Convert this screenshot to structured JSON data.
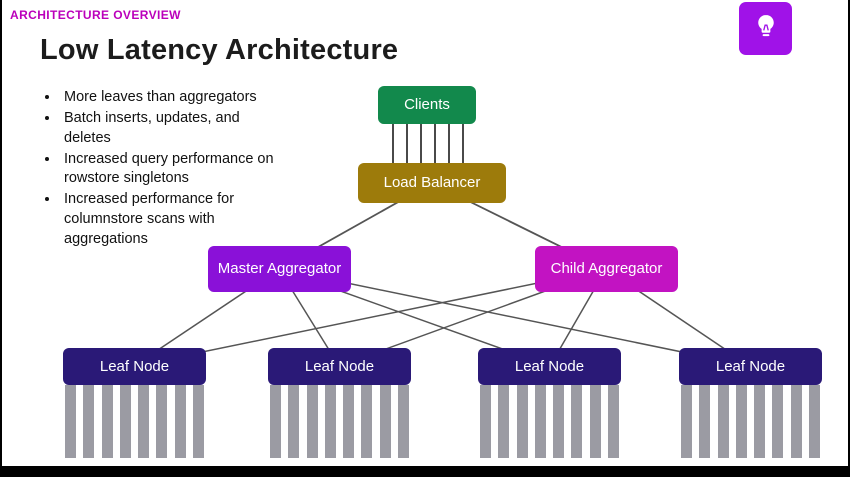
{
  "slide": {
    "kicker": "ARCHITECTURE OVERVIEW",
    "title": "Low Latency Architecture",
    "bullets": [
      "More leaves than aggregators",
      "Batch inserts, updates, and deletes",
      "Increased query performance on rowstore singletons",
      "Increased performance for columnstore scans with aggregations"
    ]
  },
  "diagram": {
    "clients_label": "Clients",
    "load_balancer_label": "Load Balancer",
    "master_aggregator_label": "Master Aggregator",
    "child_aggregator_label": "Child Aggregator",
    "leaf_labels": [
      "Leaf Node",
      "Leaf Node",
      "Leaf Node",
      "Leaf Node"
    ],
    "partitions_per_leaf": 8
  },
  "colors": {
    "kicker_text": "#bb00bb",
    "icon_background": "#a012e8",
    "clients": "#12894c",
    "load_balancer": "#9d7b0b",
    "master_aggregator": "#8a11d8",
    "child_aggregator": "#c213c2",
    "leaf_node": "#2a1977",
    "partition_bar": "#9b9ba3",
    "connector": "#555555"
  }
}
